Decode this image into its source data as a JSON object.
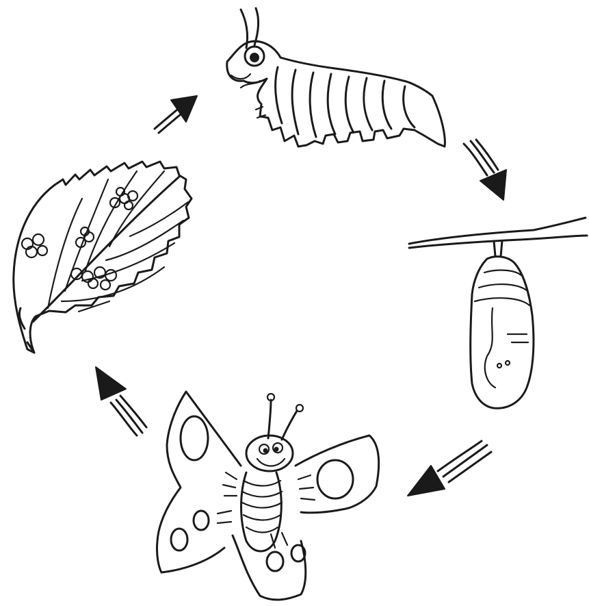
{
  "diagram": {
    "type": "cycle",
    "stages": [
      {
        "id": "eggs",
        "icon": "leaf-with-eggs-icon"
      },
      {
        "id": "caterpillar",
        "icon": "caterpillar-icon"
      },
      {
        "id": "chrysalis",
        "icon": "chrysalis-icon"
      },
      {
        "id": "butterfly",
        "icon": "butterfly-icon"
      }
    ],
    "arrows": [
      {
        "from": "eggs",
        "to": "caterpillar"
      },
      {
        "from": "caterpillar",
        "to": "chrysalis"
      },
      {
        "from": "chrysalis",
        "to": "butterfly"
      },
      {
        "from": "butterfly",
        "to": "eggs"
      }
    ],
    "colors": {
      "ink": "#1a1a1a",
      "background": "#ffffff"
    }
  }
}
